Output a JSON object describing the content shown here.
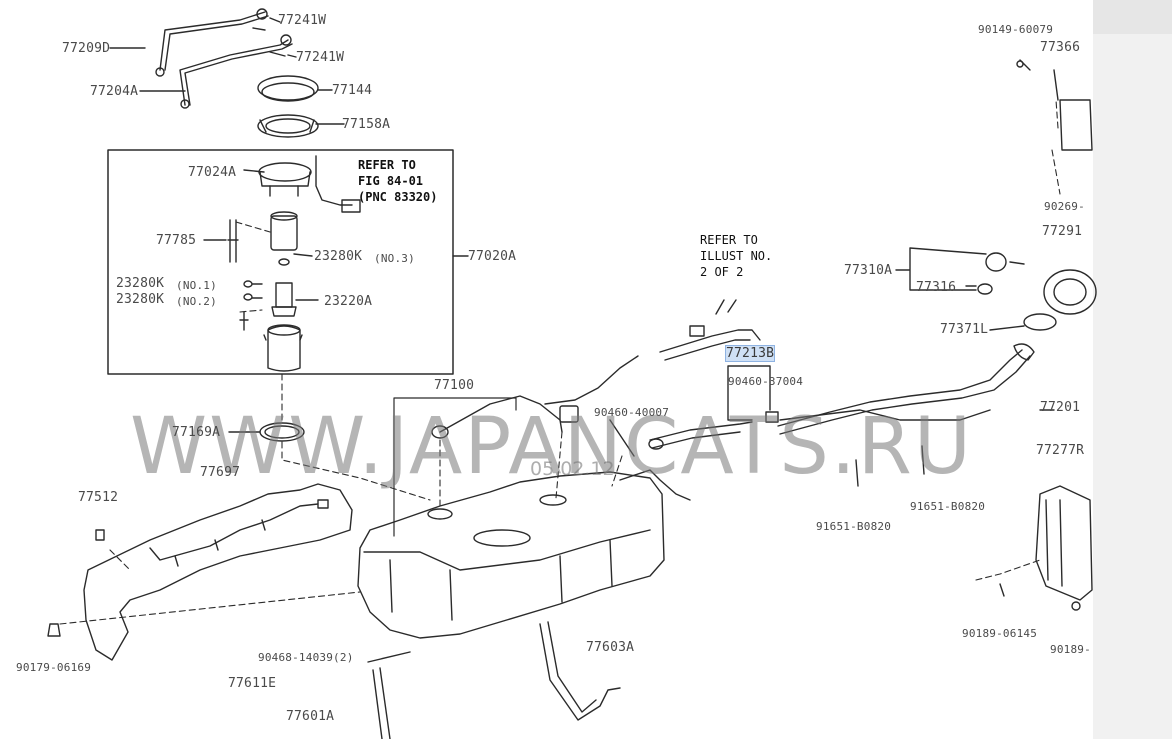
{
  "diagram": {
    "labels": [
      {
        "id": "77209d",
        "text": "77209D"
      },
      {
        "id": "77204a",
        "text": "77204A"
      },
      {
        "id": "77241w-1",
        "text": "77241W"
      },
      {
        "id": "77241w-2",
        "text": "77241W"
      },
      {
        "id": "77144",
        "text": "77144"
      },
      {
        "id": "77158a",
        "text": "77158A"
      },
      {
        "id": "77024a",
        "text": "77024A"
      },
      {
        "id": "77785",
        "text": "77785"
      },
      {
        "id": "23280k-no3",
        "text": "23280K"
      },
      {
        "id": "no3",
        "text": "(NO.3)"
      },
      {
        "id": "23280k-no1",
        "text": "23280K"
      },
      {
        "id": "no1",
        "text": "(NO.1)"
      },
      {
        "id": "23280k-no2",
        "text": "23280K"
      },
      {
        "id": "no2",
        "text": "(NO.2)"
      },
      {
        "id": "23220a",
        "text": "23220A"
      },
      {
        "id": "77020a",
        "text": "77020A"
      },
      {
        "id": "77169a",
        "text": "77169A"
      },
      {
        "id": "77100",
        "text": "77100"
      },
      {
        "id": "77697",
        "text": "77697"
      },
      {
        "id": "77512",
        "text": "77512"
      },
      {
        "id": "90179-06169",
        "text": "90179-06169"
      },
      {
        "id": "90468-14039",
        "text": "90468-14039(2)"
      },
      {
        "id": "77611e",
        "text": "77611E"
      },
      {
        "id": "77601a",
        "text": "77601A"
      },
      {
        "id": "77603a",
        "text": "77603A"
      },
      {
        "id": "90460-40007",
        "text": "90460-40007"
      },
      {
        "id": "77213b",
        "text": "77213B"
      },
      {
        "id": "90460-37004",
        "text": "90460-37004"
      },
      {
        "id": "77201",
        "text": "77201"
      },
      {
        "id": "91651-b0820-a",
        "text": "91651-B0820"
      },
      {
        "id": "91651-b0820-b",
        "text": "91651-B0820"
      },
      {
        "id": "77310a",
        "text": "77310A"
      },
      {
        "id": "77316",
        "text": "77316"
      },
      {
        "id": "77371l",
        "text": "77371L"
      },
      {
        "id": "77291",
        "text": "77291"
      },
      {
        "id": "90149-60079",
        "text": "90149-60079"
      },
      {
        "id": "77366",
        "text": "77366"
      },
      {
        "id": "90269",
        "text": "90269-"
      },
      {
        "id": "77277r",
        "text": "77277R"
      },
      {
        "id": "90189-06145",
        "text": "90189-06145"
      },
      {
        "id": "90189",
        "text": "90189-"
      }
    ],
    "notes": {
      "refer_fig": "REFER TO\nFIG 84-01\n(PNC 83320)",
      "refer_illust": "REFER TO\nILLUST NO.\n2 OF 2"
    },
    "watermark": "WWW.JAPANCATS.RU",
    "watermark_date": "05.02.12"
  },
  "colors": {
    "line": "#2b2b2b",
    "label": "#4a4a4a",
    "highlight": "#cfe0f5"
  }
}
